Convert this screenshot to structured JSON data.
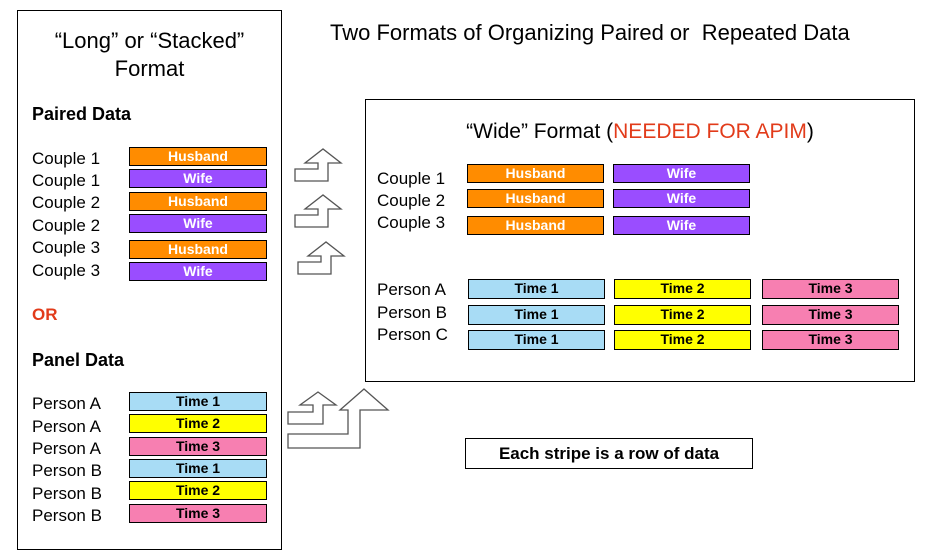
{
  "main_title": "Two Formats of Organizing Paired or  Repeated Data",
  "long": {
    "title_line1": "“Long” or “Stacked”",
    "title_line2": "Format",
    "paired_heading": "Paired Data",
    "paired_rows": [
      {
        "label": "Couple 1",
        "value": "Husband"
      },
      {
        "label": "Couple 1",
        "value": "Wife"
      },
      {
        "label": "Couple 2",
        "value": "Husband"
      },
      {
        "label": "Couple 2",
        "value": "Wife"
      },
      {
        "label": "Couple 3",
        "value": "Husband"
      },
      {
        "label": "Couple 3",
        "value": "Wife"
      }
    ],
    "or_text": "OR",
    "panel_heading": "Panel Data",
    "panel_rows": [
      {
        "label": "Person A",
        "value": "Time 1"
      },
      {
        "label": "Person A",
        "value": "Time 2"
      },
      {
        "label": "Person A",
        "value": "Time 3"
      },
      {
        "label": "Person B",
        "value": "Time 1"
      },
      {
        "label": "Person B",
        "value": "Time 2"
      },
      {
        "label": "Person B",
        "value": "Time 3"
      }
    ]
  },
  "wide": {
    "title_prefix": "“Wide” Format (",
    "title_accent": "NEEDED FOR APIM",
    "title_suffix": ")",
    "couples": [
      {
        "label": "Couple 1",
        "values": [
          "Husband",
          "Wife"
        ]
      },
      {
        "label": "Couple 2",
        "values": [
          "Husband",
          "Wife"
        ]
      },
      {
        "label": "Couple 3",
        "values": [
          "Husband",
          "Wife"
        ]
      }
    ],
    "persons": [
      {
        "label": "Person A",
        "values": [
          "Time 1",
          "Time 2",
          "Time 3"
        ]
      },
      {
        "label": "Person B",
        "values": [
          "Time 1",
          "Time 2",
          "Time 3"
        ]
      },
      {
        "label": "Person C",
        "values": [
          "Time 1",
          "Time 2",
          "Time 3"
        ]
      }
    ]
  },
  "callout": "Each stripe is a row of data",
  "colors": {
    "husband": "#ff8c00",
    "wife": "#9a4dff",
    "time1": "#a8dcf5",
    "time2": "#ffff00",
    "time3": "#f77fb1",
    "accent": "#e23b1a"
  }
}
